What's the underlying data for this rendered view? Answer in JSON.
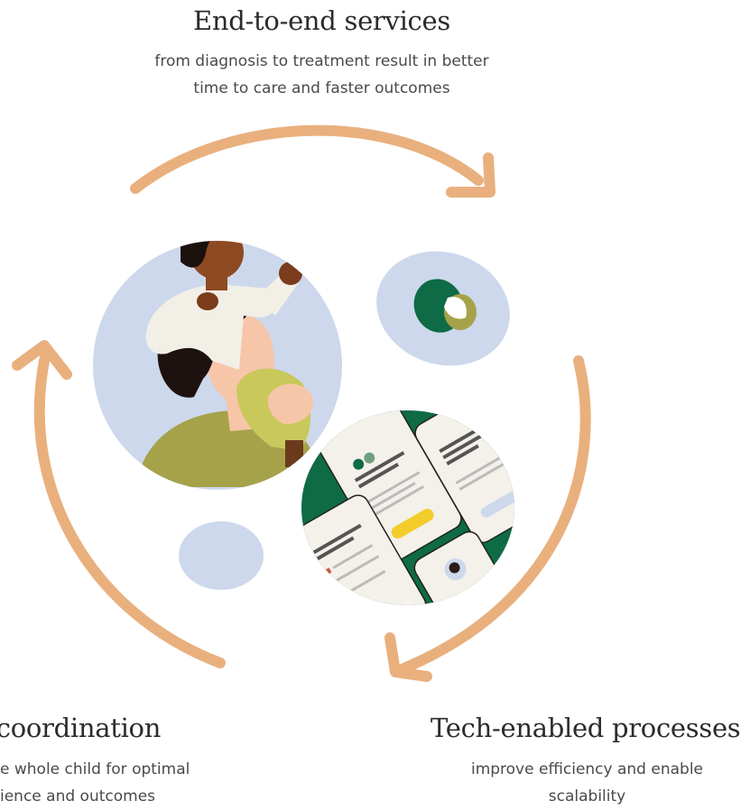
{
  "top": {
    "title": "End-to-end services",
    "subtitle_line1": "from diagnosis to treatment result in better",
    "subtitle_line2": "time to care and faster outcomes"
  },
  "left": {
    "title": "e coordination",
    "subtitle_line1": "e whole child for optimal",
    "subtitle_line2": "ience and outcomes"
  },
  "right": {
    "title": "Tech-enabled processes",
    "subtitle_line1": "improve efficiency and enable",
    "subtitle_line2": "scalability"
  },
  "colors": {
    "arrow": "#e9b07e",
    "blob": "#cdd8ec",
    "green": "#0e6b45",
    "olive": "#a6a24a"
  }
}
